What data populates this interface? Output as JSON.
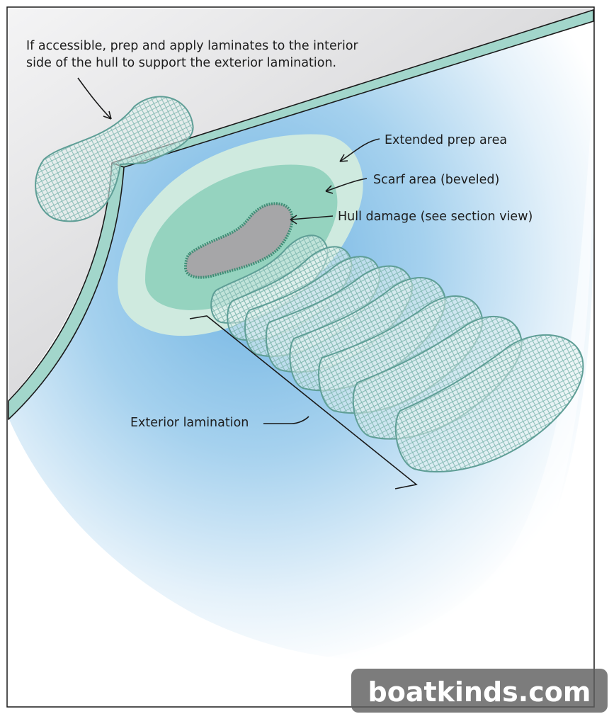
{
  "labels": {
    "interior_note_line1": "If accessible, prep and apply laminates to the interior",
    "interior_note_line2": "side of the hull to support the exterior lamination.",
    "extended_prep": "Extended prep area",
    "scarf_area": "Scarf area (beveled)",
    "hull_damage": "Hull damage (see section view)",
    "exterior_lamination": "Exterior lamination"
  },
  "watermark": {
    "text": "boatkinds.com"
  },
  "colors": {
    "hull_skin": "#a2d6cb",
    "exterior_blue": "#8cc2e6",
    "interior_gray": "#b7b8bb",
    "prep_area": "#cfeadf",
    "scarf_area": "#95d3bf",
    "damage_fill": "#a6a6a8",
    "damage_edge": "#3f8e76",
    "ply_stroke": "#5f9e96",
    "outline": "#1a1a1a"
  }
}
